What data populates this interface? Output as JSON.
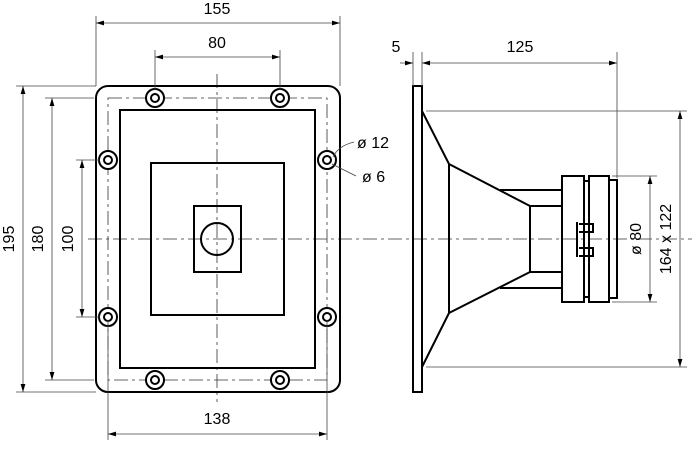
{
  "drawing": {
    "front_view": {
      "dim_overall_width": "155",
      "dim_hole_spacing_horizontal": "80",
      "dim_overall_height": "195",
      "dim_hole_pitch_height": "180",
      "dim_hole_spacing_vertical": "100",
      "dim_hole_pitch_width": "138",
      "dim_hole_outer_diameter": "ø 12",
      "dim_hole_inner_diameter": "ø 6"
    },
    "side_view": {
      "dim_flange_thickness": "5",
      "dim_depth": "125",
      "dim_driver_diameter": "ø 80",
      "dim_mouth": "164 x 122"
    }
  }
}
